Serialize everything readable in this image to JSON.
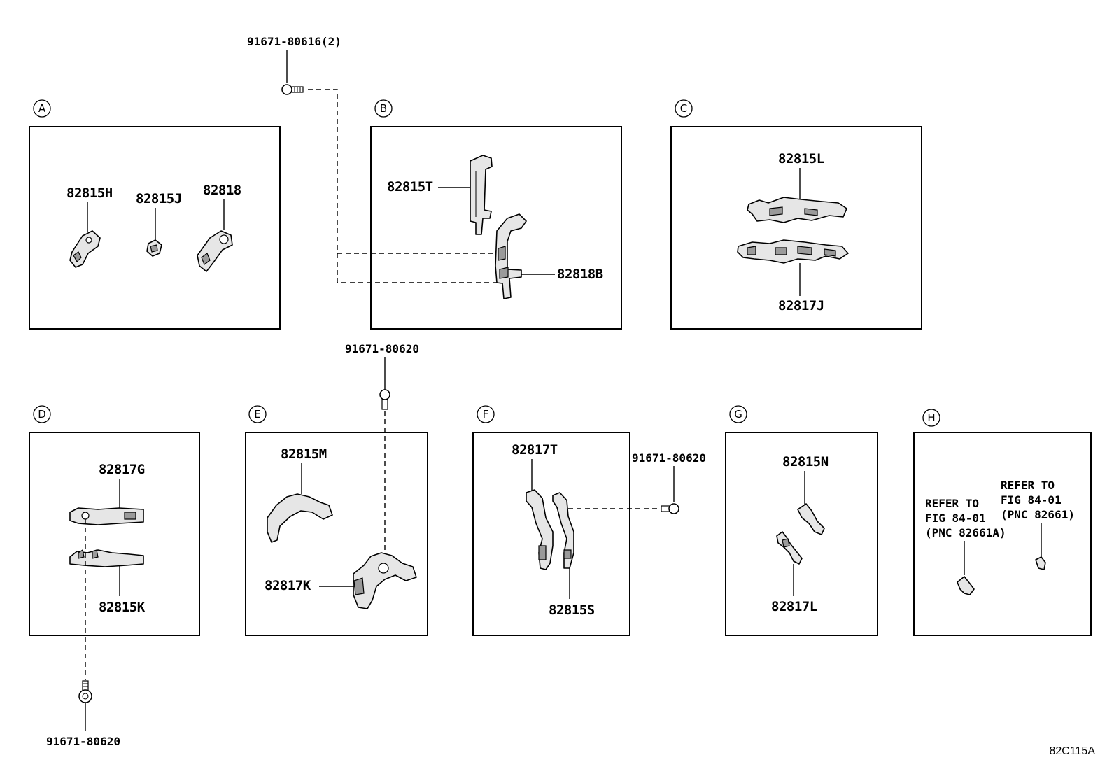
{
  "groups": {
    "A": {
      "letter": "A",
      "labels": [
        "82815H",
        "82815J",
        "82818"
      ]
    },
    "B": {
      "letter": "B",
      "labels": [
        "82815T",
        "82818B"
      ]
    },
    "C": {
      "letter": "C",
      "labels": [
        "82815L",
        "82817J"
      ]
    },
    "D": {
      "letter": "D",
      "labels": [
        "82817G",
        "82815K"
      ]
    },
    "E": {
      "letter": "E",
      "labels": [
        "82815M",
        "82817K"
      ]
    },
    "F": {
      "letter": "F",
      "labels": [
        "82817T",
        "82815S"
      ]
    },
    "G": {
      "letter": "G",
      "labels": [
        "82815N",
        "82817L"
      ]
    },
    "H": {
      "letter": "H",
      "refer_a": [
        "REFER TO",
        "FIG 84-01",
        "(PNC 82661A)"
      ],
      "refer_b": [
        "REFER TO",
        "FIG 84-01",
        "(PNC 82661)"
      ]
    }
  },
  "bolts": {
    "top": "91671-80616(2)",
    "e": "91671-80620",
    "f": "91671-80620",
    "d": "91671-80620"
  },
  "figure_code": "82C115A"
}
